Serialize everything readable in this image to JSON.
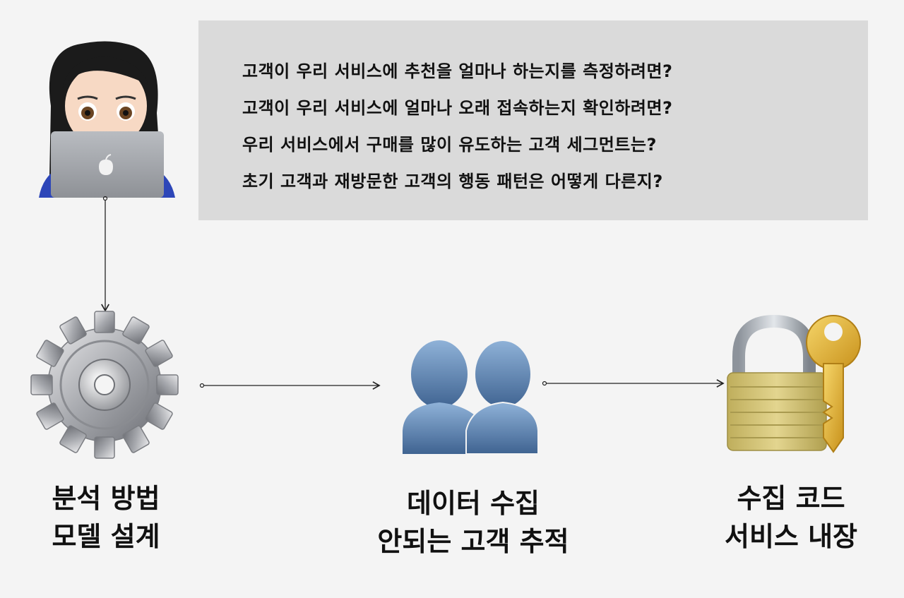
{
  "questions": [
    "고객이 우리 서비스에 추천을 얼마나 하는지를 측정하려면?",
    "고객이 우리 서비스에 얼마나 오래 접속하는지 확인하려면?",
    "우리 서비스에서 구매를 많이 유도하는 고객 세그먼트는?",
    "초기 고객과 재방문한 고객의 행동 패턴은 어떻게 다른지?"
  ],
  "steps": [
    {
      "icon": "gear-icon",
      "line1": "분석 방법",
      "line2": "모델 설계"
    },
    {
      "icon": "people-icon",
      "line1": "데이터 수집",
      "line2": "안되는 고객 추적"
    },
    {
      "icon": "lock-key-icon",
      "line1": "수집 코드",
      "line2": "서비스 내장"
    }
  ],
  "colors": {
    "background": "#f4f4f4",
    "question_box": "#dadada",
    "text": "#111111",
    "people": "#5f85b0",
    "lock": "#c8b566",
    "key": "#e2b630"
  }
}
